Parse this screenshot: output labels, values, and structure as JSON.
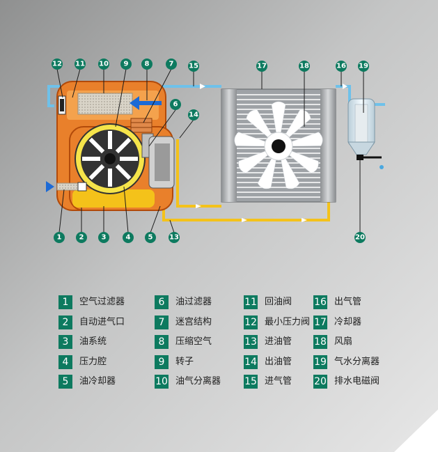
{
  "colors": {
    "callout": "#0d7a5f",
    "oil": "#f4c21a",
    "air_pipe": "#6ec1ea",
    "housing": "#e9802b",
    "arrow": "#1c6ad6"
  },
  "callouts": [
    {
      "n": "1"
    },
    {
      "n": "2"
    },
    {
      "n": "3"
    },
    {
      "n": "4"
    },
    {
      "n": "5"
    },
    {
      "n": "6"
    },
    {
      "n": "7"
    },
    {
      "n": "8"
    },
    {
      "n": "9"
    },
    {
      "n": "10"
    },
    {
      "n": "11"
    },
    {
      "n": "12"
    },
    {
      "n": "13"
    },
    {
      "n": "14"
    },
    {
      "n": "15"
    },
    {
      "n": "16"
    },
    {
      "n": "17"
    },
    {
      "n": "18"
    },
    {
      "n": "19"
    },
    {
      "n": "20"
    }
  ],
  "legend": [
    [
      {
        "num": "1",
        "label": "空气过滤器"
      },
      {
        "num": "2",
        "label": "自动进气口"
      },
      {
        "num": "3",
        "label": "油系统"
      },
      {
        "num": "4",
        "label": "压力腔"
      },
      {
        "num": "5",
        "label": "油冷却器"
      }
    ],
    [
      {
        "num": "6",
        "label": "油过滤器"
      },
      {
        "num": "7",
        "label": "迷宫结构"
      },
      {
        "num": "8",
        "label": "压缩空气"
      },
      {
        "num": "9",
        "label": "转子"
      },
      {
        "num": "10",
        "label": "油气分离器"
      }
    ],
    [
      {
        "num": "11",
        "label": "回油阀"
      },
      {
        "num": "12",
        "label": "最小压力阀"
      },
      {
        "num": "13",
        "label": "进油管"
      },
      {
        "num": "14",
        "label": "出油管"
      },
      {
        "num": "15",
        "label": "进气管"
      }
    ],
    [
      {
        "num": "16",
        "label": "出气管"
      },
      {
        "num": "17",
        "label": "冷却器"
      },
      {
        "num": "18",
        "label": "风扇"
      },
      {
        "num": "19",
        "label": "气水分离器"
      },
      {
        "num": "20",
        "label": "排水电磁阀"
      }
    ]
  ]
}
